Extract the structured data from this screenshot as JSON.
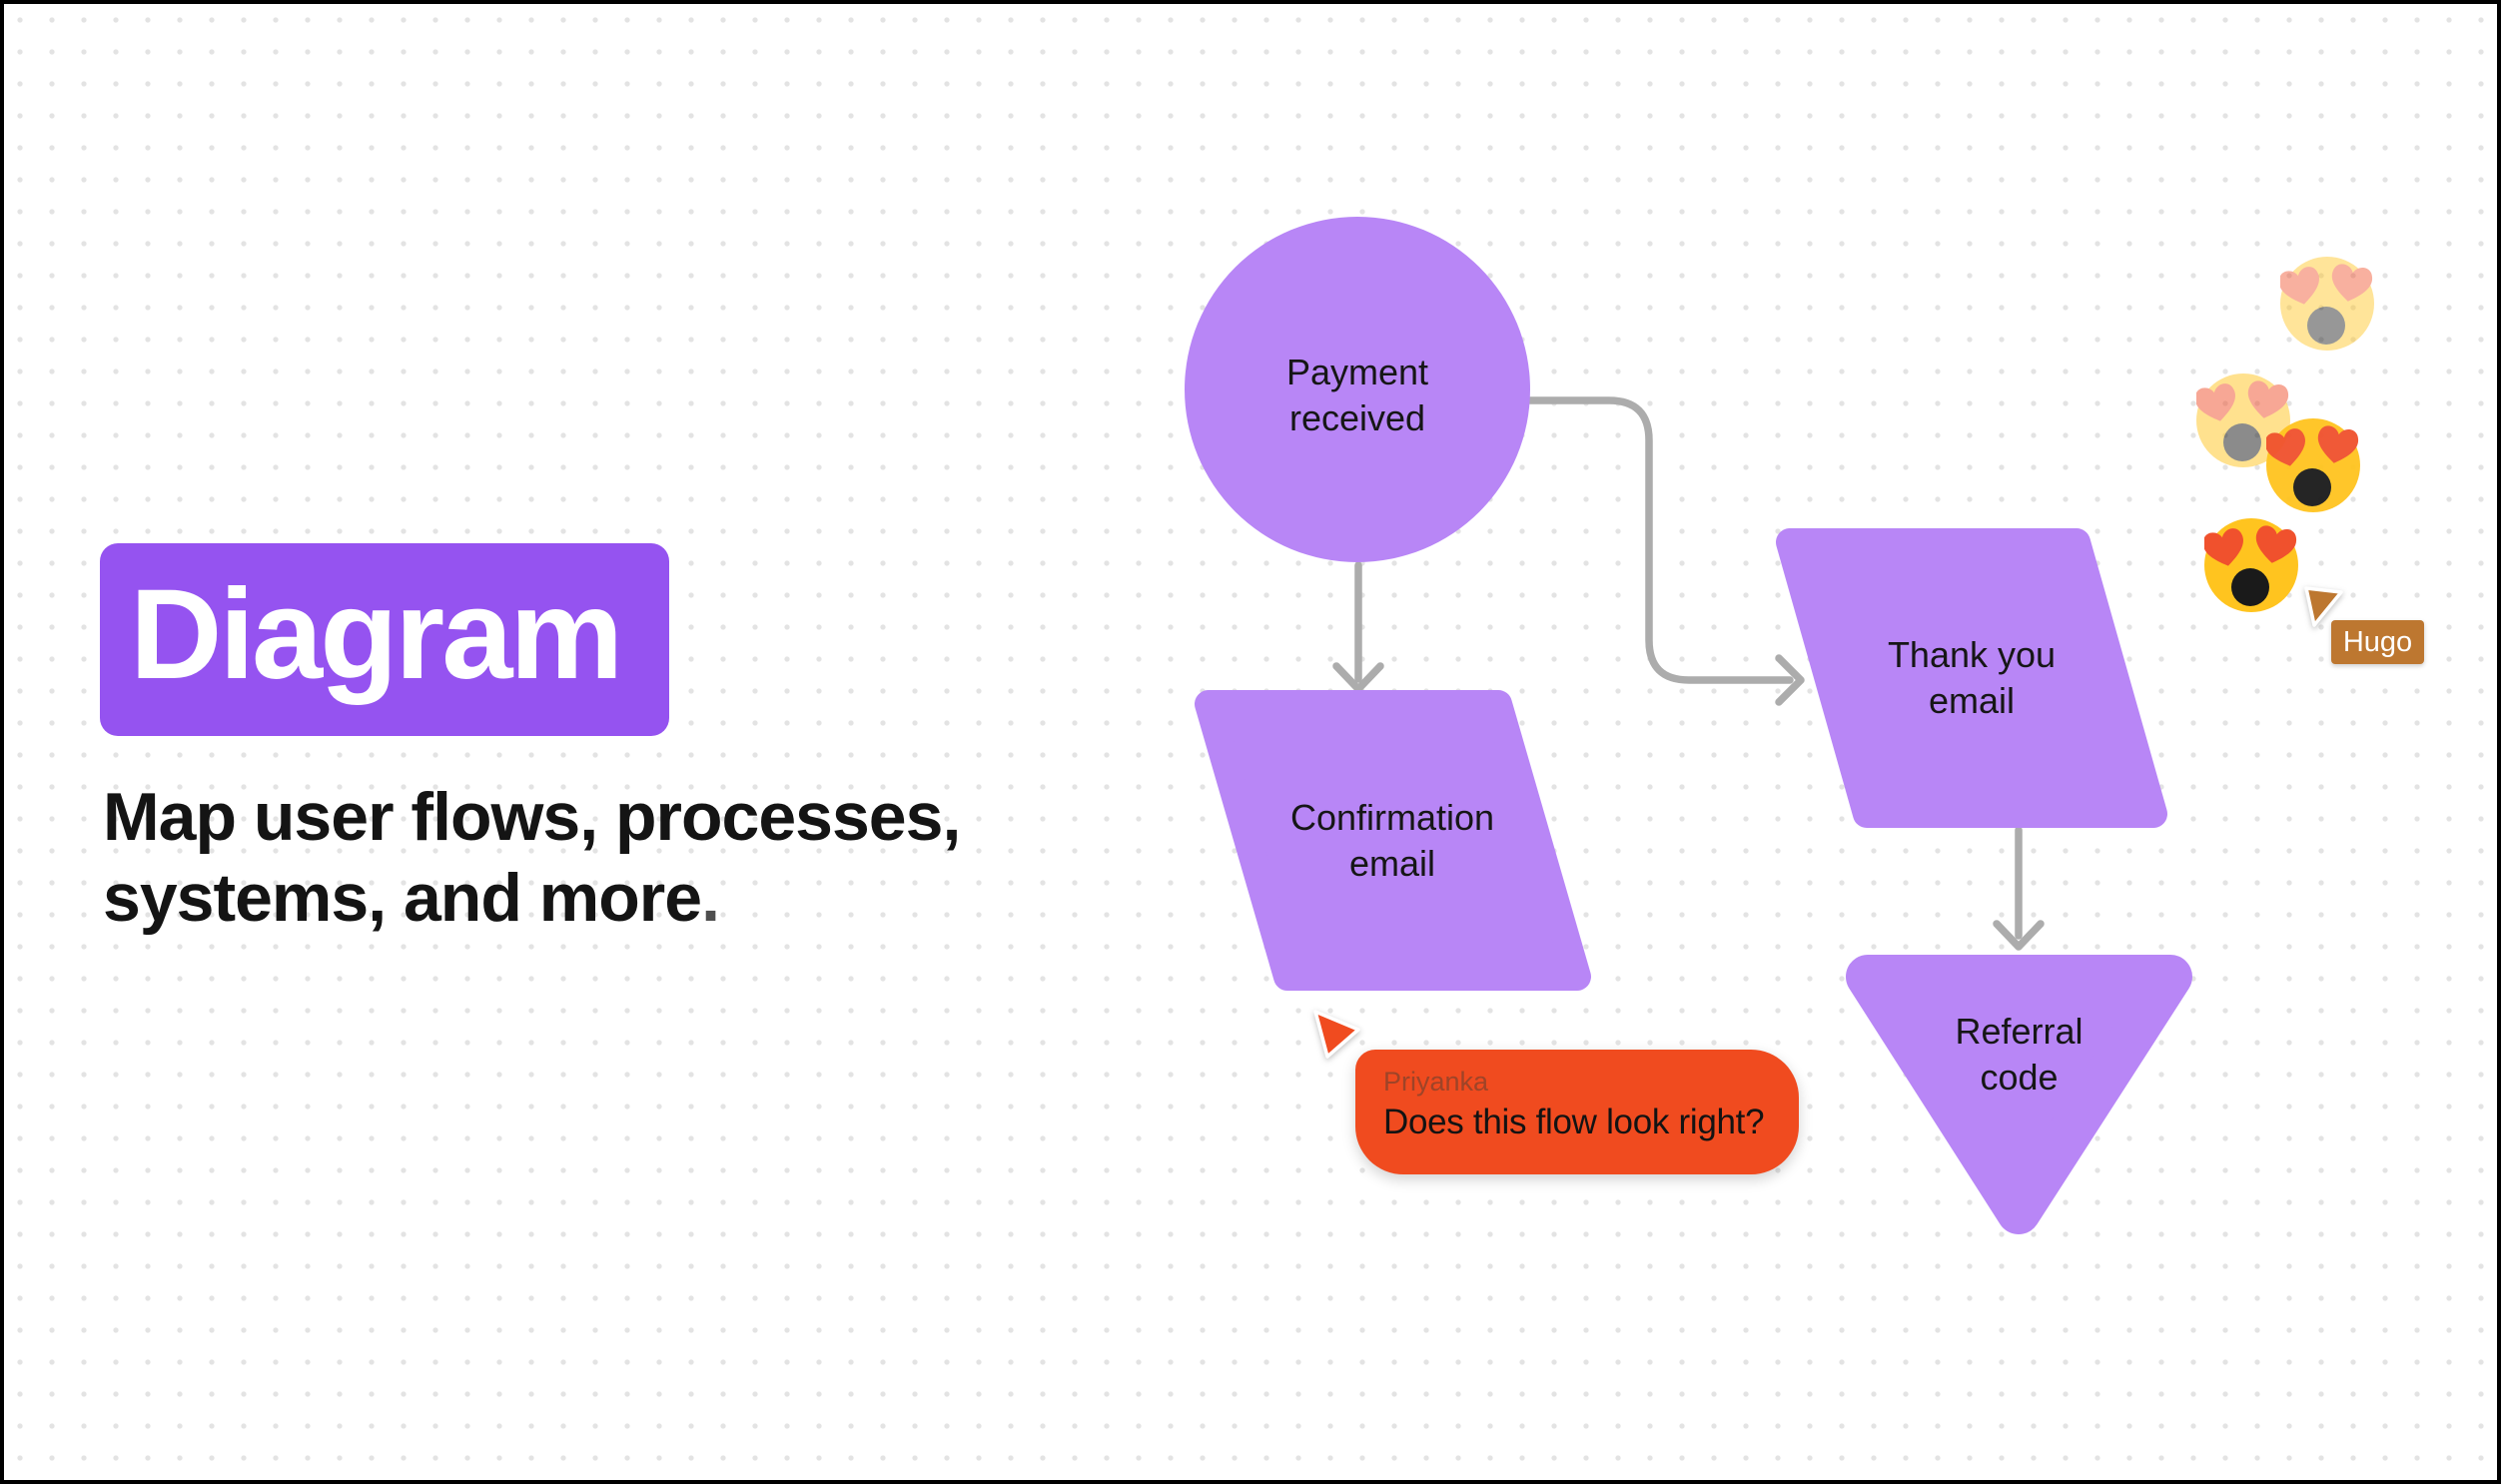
{
  "hero": {
    "badge_label": "Diagram",
    "tagline_line1": "Map user flows, processes,",
    "tagline_line2": "systems, and more",
    "tagline_period": "."
  },
  "flowchart": {
    "nodes": [
      {
        "id": "payment-received",
        "shape": "circle",
        "line1": "Payment",
        "line2": "received"
      },
      {
        "id": "confirmation-email",
        "shape": "parallelogram",
        "line1": "Confirmation",
        "line2": "email"
      },
      {
        "id": "thank-you-email",
        "shape": "parallelogram",
        "line1": "Thank you",
        "line2": "email"
      },
      {
        "id": "referral-code",
        "shape": "triangle",
        "line1": "Referral",
        "line2": "code"
      }
    ]
  },
  "comment": {
    "author": "Priyanka",
    "message": "Does this flow look right?"
  },
  "presence": {
    "cursor_label": "Hugo",
    "reaction_icon": "heart-eyes-emoji",
    "reaction_count": 4
  },
  "colors": {
    "badge_purple": "#9553F0",
    "shape_purple": "#B886F6",
    "connector_gray": "#ACACAC",
    "bubble_orange": "#F04B1F",
    "author_text": "#9E4428",
    "hugo_brown": "#BD7730",
    "emoji_yellow": "#FFC41F",
    "emoji_heart": "#F0512D",
    "emoji_mouth": "#1A1A1A",
    "text_black": "#141414",
    "tagline_period_gray": "#4E4E4E",
    "dot_grid": "#E3E3E3"
  }
}
